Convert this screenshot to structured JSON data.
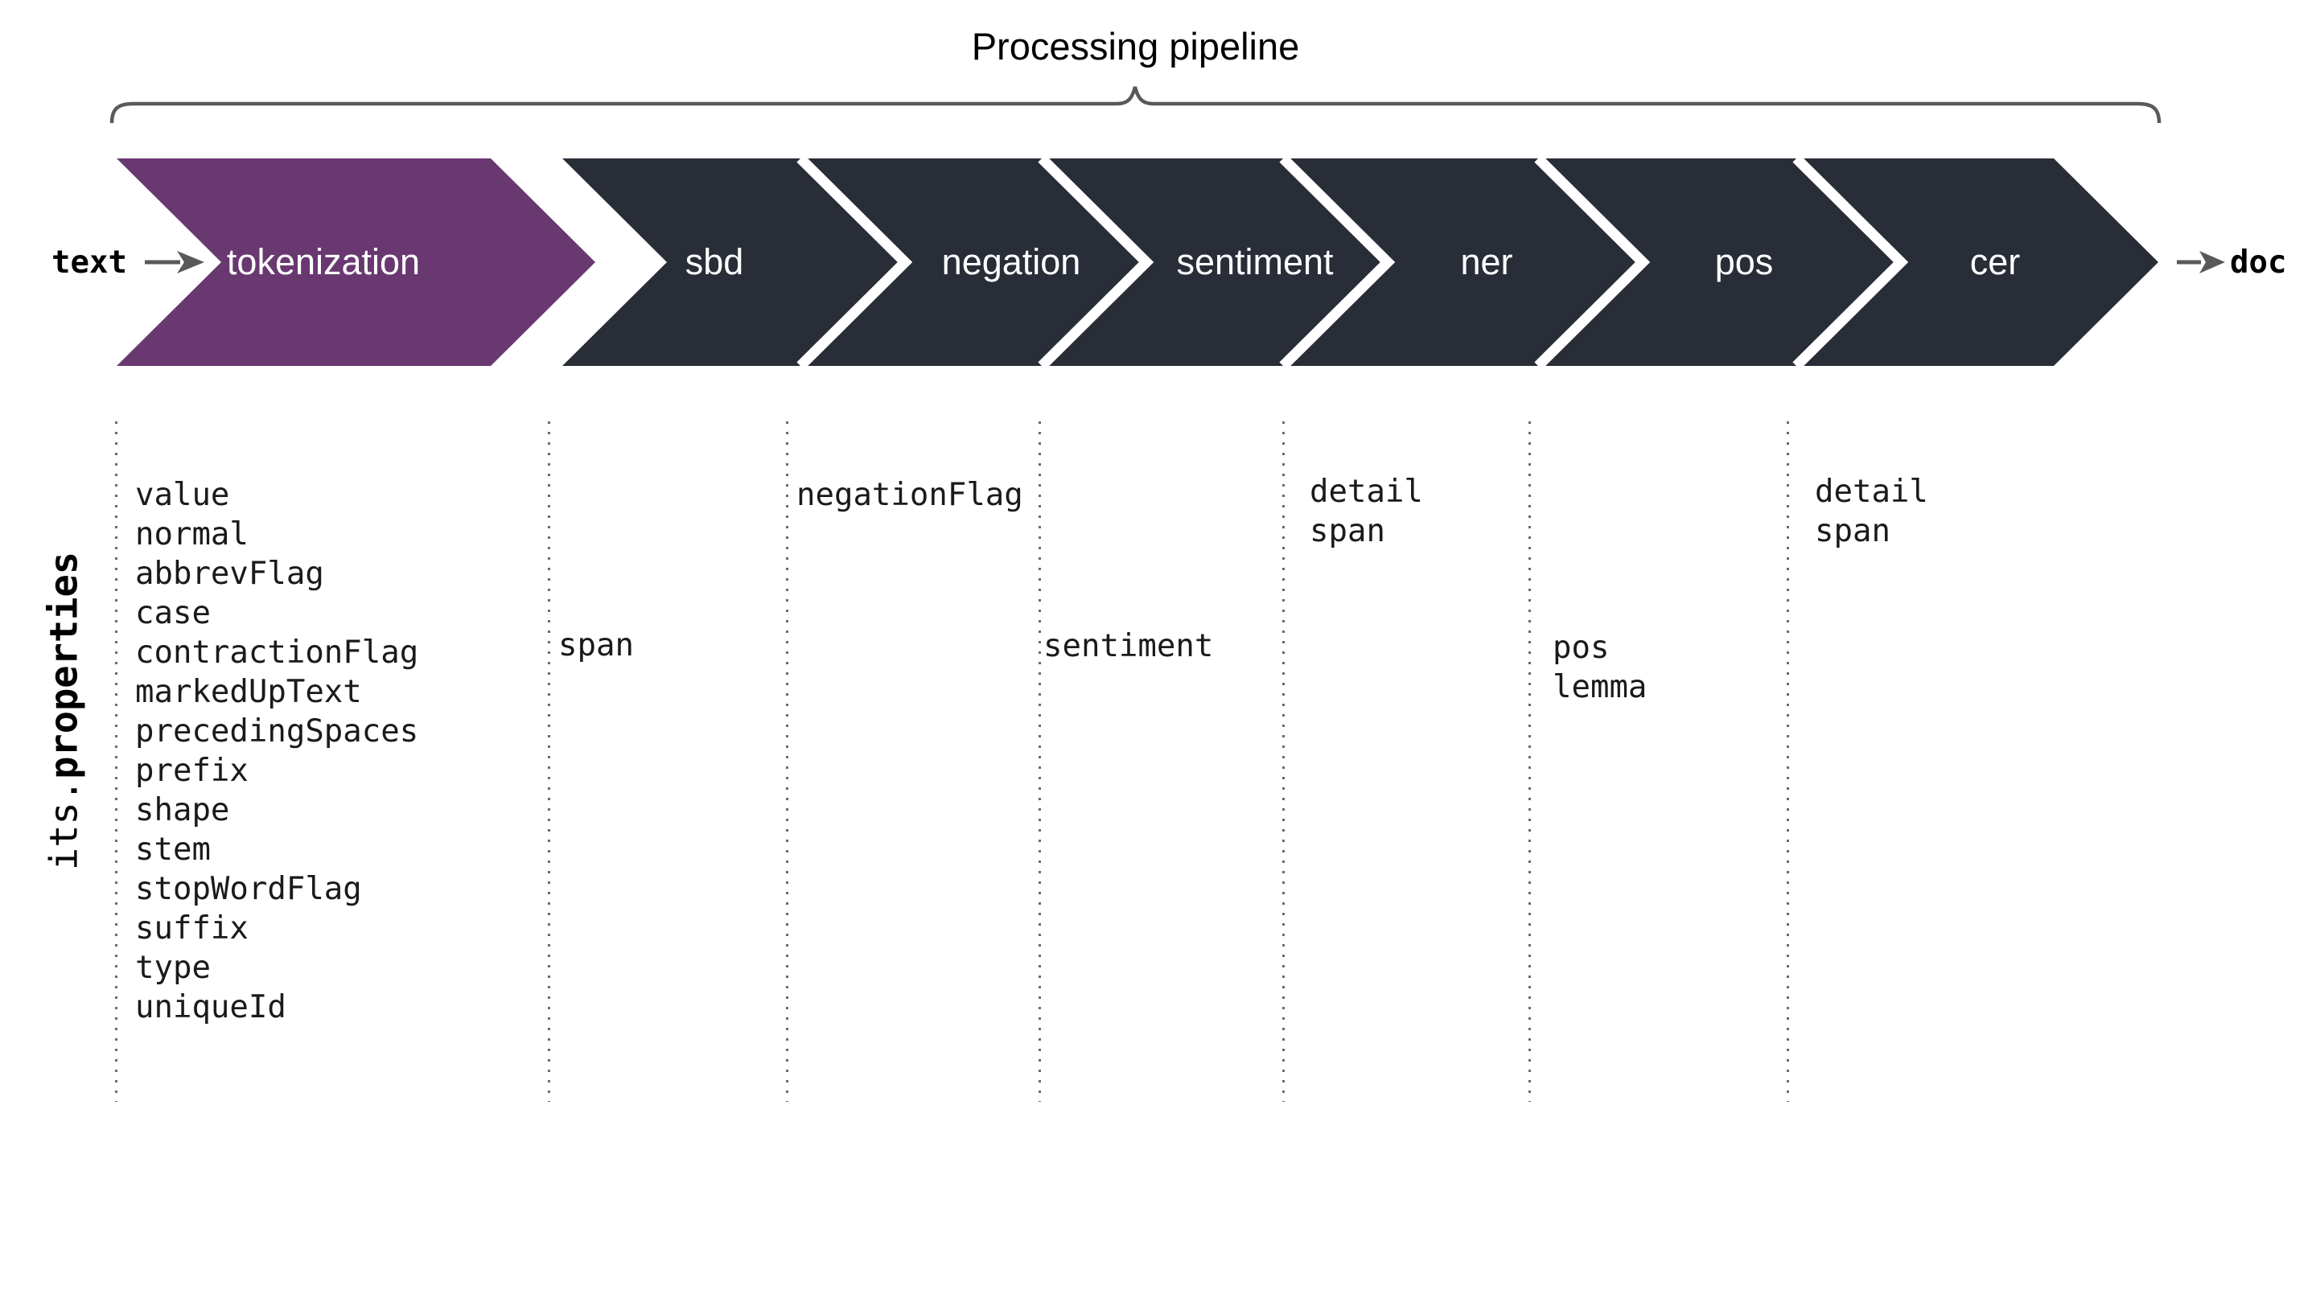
{
  "title": "Processing pipeline",
  "io": {
    "input_label": "text",
    "output_label": "doc"
  },
  "axis_label": {
    "prefix": "its.",
    "emphasis": "properties"
  },
  "stages": [
    {
      "label": "tokenization",
      "properties": [
        "value",
        "normal",
        "abbrevFlag",
        "case",
        "contractionFlag",
        "markedUpText",
        "precedingSpaces",
        "prefix",
        "shape",
        "stem",
        "stopWordFlag",
        "suffix",
        "type",
        "uniqueId"
      ]
    },
    {
      "label": "sbd",
      "properties": [
        "span"
      ]
    },
    {
      "label": "negation",
      "properties": [
        "negationFlag"
      ]
    },
    {
      "label": "sentiment",
      "properties": [
        "sentiment"
      ]
    },
    {
      "label": "ner",
      "properties": [
        "detail",
        "span"
      ]
    },
    {
      "label": "pos",
      "properties": [
        "pos",
        "lemma"
      ]
    },
    {
      "label": "cer",
      "properties": [
        "detail",
        "span"
      ]
    }
  ],
  "colors": {
    "active_stage": "#693871",
    "stage": "#282d37",
    "stage_text": "#ffffff",
    "connector": "#595959",
    "dotted_line": "#6a6a6a",
    "text": "#1a1a1a",
    "background": "#ffffff"
  }
}
